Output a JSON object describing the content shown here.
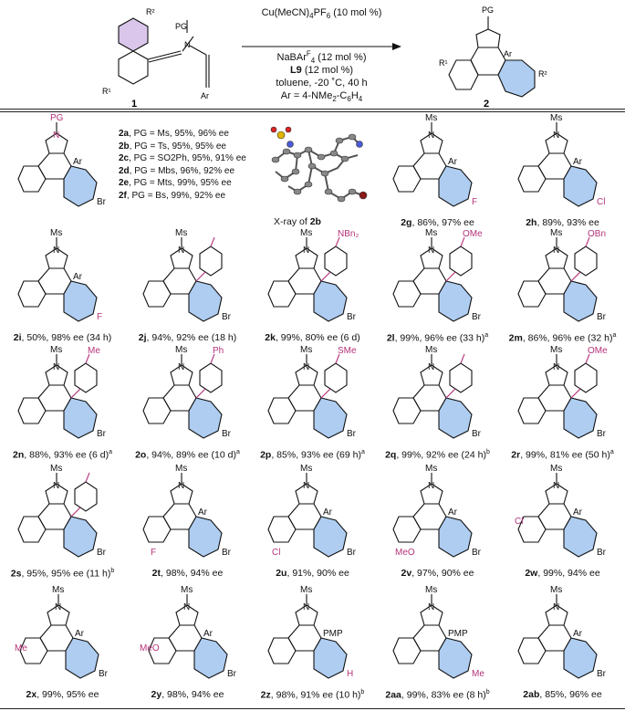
{
  "scheme": {
    "reactant_number": "1",
    "product_number": "2",
    "reactant_labels": {
      "r2": "R²",
      "pg": "PG",
      "r1": "R¹",
      "ar": "Ar"
    },
    "product_labels": {
      "pg": "PG",
      "ar": "Ar",
      "r1": "R¹",
      "r2": "R²"
    },
    "conditions": {
      "catalyst_base": "Cu(MeCN)",
      "catalyst_sub": "4",
      "catalyst_rest": "PF",
      "catalyst_sub2": "6",
      "catalyst_loading": " (10 mol %)",
      "additive_a": "NaBAr",
      "additive_sup": "F",
      "additive_sub": "4",
      "additive_loading": " (12 mol %)",
      "ligand": "L9",
      "ligand_loading": " (12 mol %)",
      "solvent": "toluene, -20 ˚C, 40 h",
      "ar_def": "Ar = 4-NMe",
      "ar_def_sub": "2",
      "ar_def_rest": "-C",
      "ar_def_sub2": "6",
      "ar_def_end": "H",
      "ar_def_sub3": "4"
    }
  },
  "pg_legend": [
    {
      "id": "2a",
      "text": ", PG = Ms, 95%, 96% ee"
    },
    {
      "id": "2b",
      "text": ", PG = Ts, 95%, 95% ee"
    },
    {
      "id": "2c",
      "text": ", PG = SO2Ph, 95%, 91% ee"
    },
    {
      "id": "2d",
      "text": ", PG = Mbs, 96%, 92% ee"
    },
    {
      "id": "2e",
      "text": ", PG = Mts, 99%, 95% ee"
    },
    {
      "id": "2f",
      "text": ",  PG = Bs, 99%, 92% ee"
    }
  ],
  "xray": {
    "prefix": "X-ray of ",
    "compound": "2b"
  },
  "structure_labels": {
    "ms": "Ms",
    "pg": "PG",
    "ar": "Ar",
    "br": "Br",
    "f": "F",
    "cl": "Cl",
    "h": "H",
    "me": "Me",
    "meo": "MeO",
    "pmp": "PMP",
    "n": "N"
  },
  "compounds": [
    {
      "id": "2g",
      "caption": ", 86%, 97% ee",
      "sup": ""
    },
    {
      "id": "2h",
      "caption": ", 89%, 93% ee",
      "sup": ""
    },
    {
      "id": "2i",
      "caption": ", 50%, 98% ee (34 h)",
      "sup": ""
    },
    {
      "id": "2j",
      "caption": ",  94%, 92% ee (18 h)",
      "sup": ""
    },
    {
      "id": "2k",
      "caption": ", 99%, 80% ee (6 d)",
      "sup": ""
    },
    {
      "id": "2l",
      "caption": ", 99%, 96% ee (33 h)",
      "sup": "a"
    },
    {
      "id": "2m",
      "caption": ", 86%, 96% ee (32 h)",
      "sup": "a"
    },
    {
      "id": "2n",
      "caption": ", 88%, 93% ee (6 d)",
      "sup": "a"
    },
    {
      "id": "2o",
      "caption": ", 94%, 89% ee (10 d)",
      "sup": "a"
    },
    {
      "id": "2p",
      "caption": ", 85%, 93% ee (69 h)",
      "sup": "a"
    },
    {
      "id": "2q",
      "caption": ", 99%, 92% ee (24 h)",
      "sup": "b"
    },
    {
      "id": "2r",
      "caption": ", 99%, 81% ee (50 h)",
      "sup": "a"
    },
    {
      "id": "2s",
      "caption": ", 95%, 95% ee (11 h)",
      "sup": "b"
    },
    {
      "id": "2t",
      "caption": ", 98%, 94% ee",
      "sup": ""
    },
    {
      "id": "2u",
      "caption": ", 91%, 90% ee",
      "sup": ""
    },
    {
      "id": "2v",
      "caption": ", 97%, 90% ee",
      "sup": ""
    },
    {
      "id": "2w",
      "caption": ", 99%, 94% ee",
      "sup": ""
    },
    {
      "id": "2x",
      "caption": ", 99%, 95% ee",
      "sup": ""
    },
    {
      "id": "2y",
      "caption": ", 98%, 94% ee",
      "sup": ""
    },
    {
      "id": "2z",
      "caption": ", 98%, 91% ee (10 h)",
      "sup": "b"
    },
    {
      "id": "2aa",
      "caption": ", 99%, 83% ee (8 h)",
      "sup": "b"
    },
    {
      "id": "2ab",
      "caption": ", 85%, 96% ee",
      "sup": ""
    }
  ],
  "colors": {
    "highlight": "#aecdf1",
    "magenta": "#b5337a",
    "bond": "#111111"
  }
}
